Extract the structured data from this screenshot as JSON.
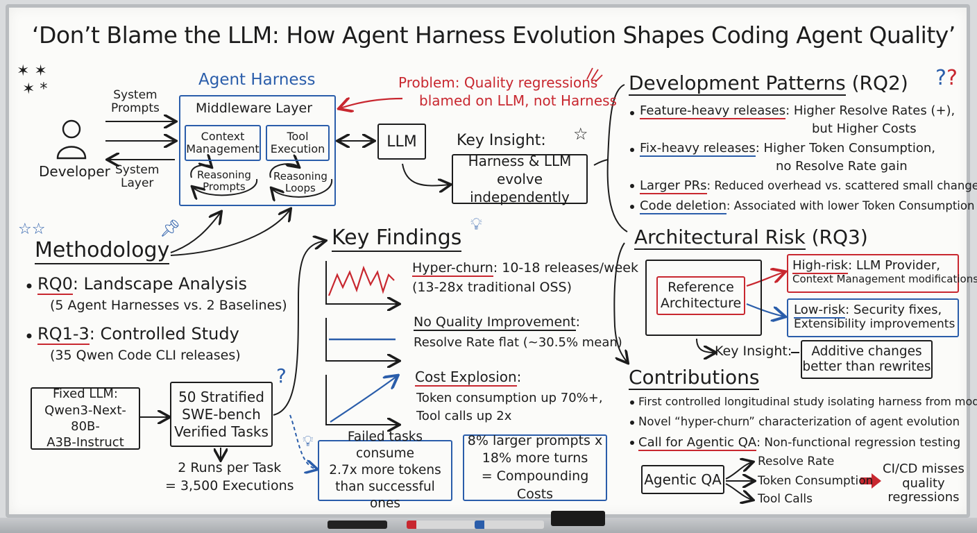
{
  "title": "‘Don’t Blame the LLM: How Agent Harness Evolution Shapes Coding Agent Quality’",
  "harness": {
    "label": "Agent Harness",
    "middleware": "Middleware Layer",
    "context": [
      "Context",
      "Management"
    ],
    "tool": [
      "Tool",
      "Execution"
    ],
    "reasoning_prompts": [
      "Reasoning",
      "Prompts"
    ],
    "reasoning_loops": [
      "Reasoning",
      "Loops"
    ],
    "developer": "Developer",
    "system_prompts": [
      "System",
      "Prompts"
    ],
    "system_layer": [
      "System",
      "Layer"
    ],
    "llm": "LLM"
  },
  "problem": {
    "line1": "Problem: Quality regressions",
    "line2": "blamed on LLM, not Harness"
  },
  "key_insight": {
    "label": "Key Insight:",
    "box": [
      "Harness & LLM",
      "evolve independently"
    ]
  },
  "methodology": {
    "title": "Methodology",
    "rq0_label": "RQ0",
    "rq0_text": ": Landscape Analysis",
    "rq0_sub": "(5 Agent Harnesses vs. 2 Baselines)",
    "rq13_label": "RQ1-3",
    "rq13_text": ": Controlled Study",
    "rq13_sub": "(35 Qwen Code CLI releases)",
    "fixed_llm": [
      "Fixed LLM:",
      "Qwen3-Next-80B-",
      "A3B-Instruct"
    ],
    "tasks": [
      "50 Stratified",
      "SWE-bench",
      "Verified Tasks"
    ],
    "runs": [
      "2 Runs per Task",
      "= 3,500 Executions"
    ]
  },
  "findings": {
    "title": "Key Findings",
    "f1_label": "Hyper-churn",
    "f1_text": ": 10-18 releases/week",
    "f1_sub": "(13-28x traditional OSS)",
    "f2_label": "No Quality Improvement",
    "f2_text": ":",
    "f2_sub": "Resolve Rate flat (~30.5% mean)",
    "f3_label": "Cost Explosion",
    "f3_text": ":",
    "f3_sub1": "Token consumption up 70%+,",
    "f3_sub2": "Tool calls up 2x",
    "failed": [
      "Failed tasks consume",
      "2.7x more tokens",
      "than successful ones"
    ],
    "compound": [
      "8% larger prompts x",
      "18% more turns",
      "= Compounding Costs"
    ]
  },
  "dev_patterns": {
    "title": "Development Patterns",
    "rq": "(RQ2)",
    "items": [
      {
        "label": "Feature-heavy releases",
        "text": ": Higher Resolve Rates (+),",
        "sub": "but Higher Costs"
      },
      {
        "label": "Fix-heavy releases",
        "text": ": Higher Token Consumption,",
        "sub": "no Resolve Rate gain"
      },
      {
        "label": "Larger PRs",
        "text": ": Reduced overhead vs. scattered small changes"
      },
      {
        "label": "Code deletion",
        "text": ": Associated with lower Token Consumption"
      }
    ]
  },
  "arch_risk": {
    "title": "Architectural Risk",
    "rq": "(RQ3)",
    "ref": [
      "Reference",
      "Architecture"
    ],
    "high_label": "High-risk",
    "high_text": ": LLM Provider,",
    "high_sub": "Context Management modifications",
    "low_label": "Low-risk",
    "low_text": ": Security fixes,",
    "low_sub": "Extensibility improvements",
    "insight_label": "Key Insight:",
    "insight_box": [
      "Additive changes",
      "better than rewrites"
    ]
  },
  "contributions": {
    "title": "Contributions",
    "items": [
      "First controlled longitudinal study isolating harness from model",
      "Novel “hyper-churn” characterization of agent evolution"
    ],
    "call_label": "Call for Agentic QA",
    "call_text": ": Non-functional regression testing",
    "agentic_qa": "Agentic QA",
    "metrics": [
      "Resolve Rate",
      "Token Consumption",
      "Tool Calls"
    ],
    "cicd": [
      "CI/CD misses",
      "quality",
      "regressions"
    ]
  },
  "colors": {
    "red": "#c8272f",
    "blue": "#2a5daa",
    "ink": "#1c1c1c"
  }
}
